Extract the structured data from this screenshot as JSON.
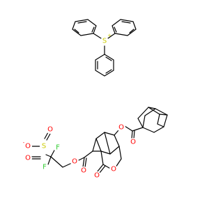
{
  "colors": {
    "bond": "#000000",
    "oxygen": "#ff0000",
    "sulfur": "#cccc00",
    "fluorine": "#33cc33",
    "background": "#ffffff"
  },
  "structure": {
    "cation": {
      "sulfonium": {
        "symbol": "S",
        "charge": "+"
      }
    },
    "anion": {
      "sulfonate_S": {
        "symbol": "S"
      },
      "sulfonate_O_minus": {
        "symbol": "O",
        "charge": "-"
      },
      "sulfonate_O_top": {
        "symbol": "O"
      },
      "sulfonate_O_bottom": {
        "symbol": "O"
      },
      "fluorine_1": {
        "symbol": "F"
      },
      "fluorine_2": {
        "symbol": "F"
      },
      "ester1_O": {
        "symbol": "O"
      },
      "ester1_carbonyl_O": {
        "symbol": "O"
      },
      "lactone_ring_O": {
        "symbol": "O"
      },
      "lactone_carbonyl_O": {
        "symbol": "O"
      },
      "ester2_O": {
        "symbol": "O"
      },
      "ester2_carbonyl_O": {
        "symbol": "O"
      }
    }
  }
}
